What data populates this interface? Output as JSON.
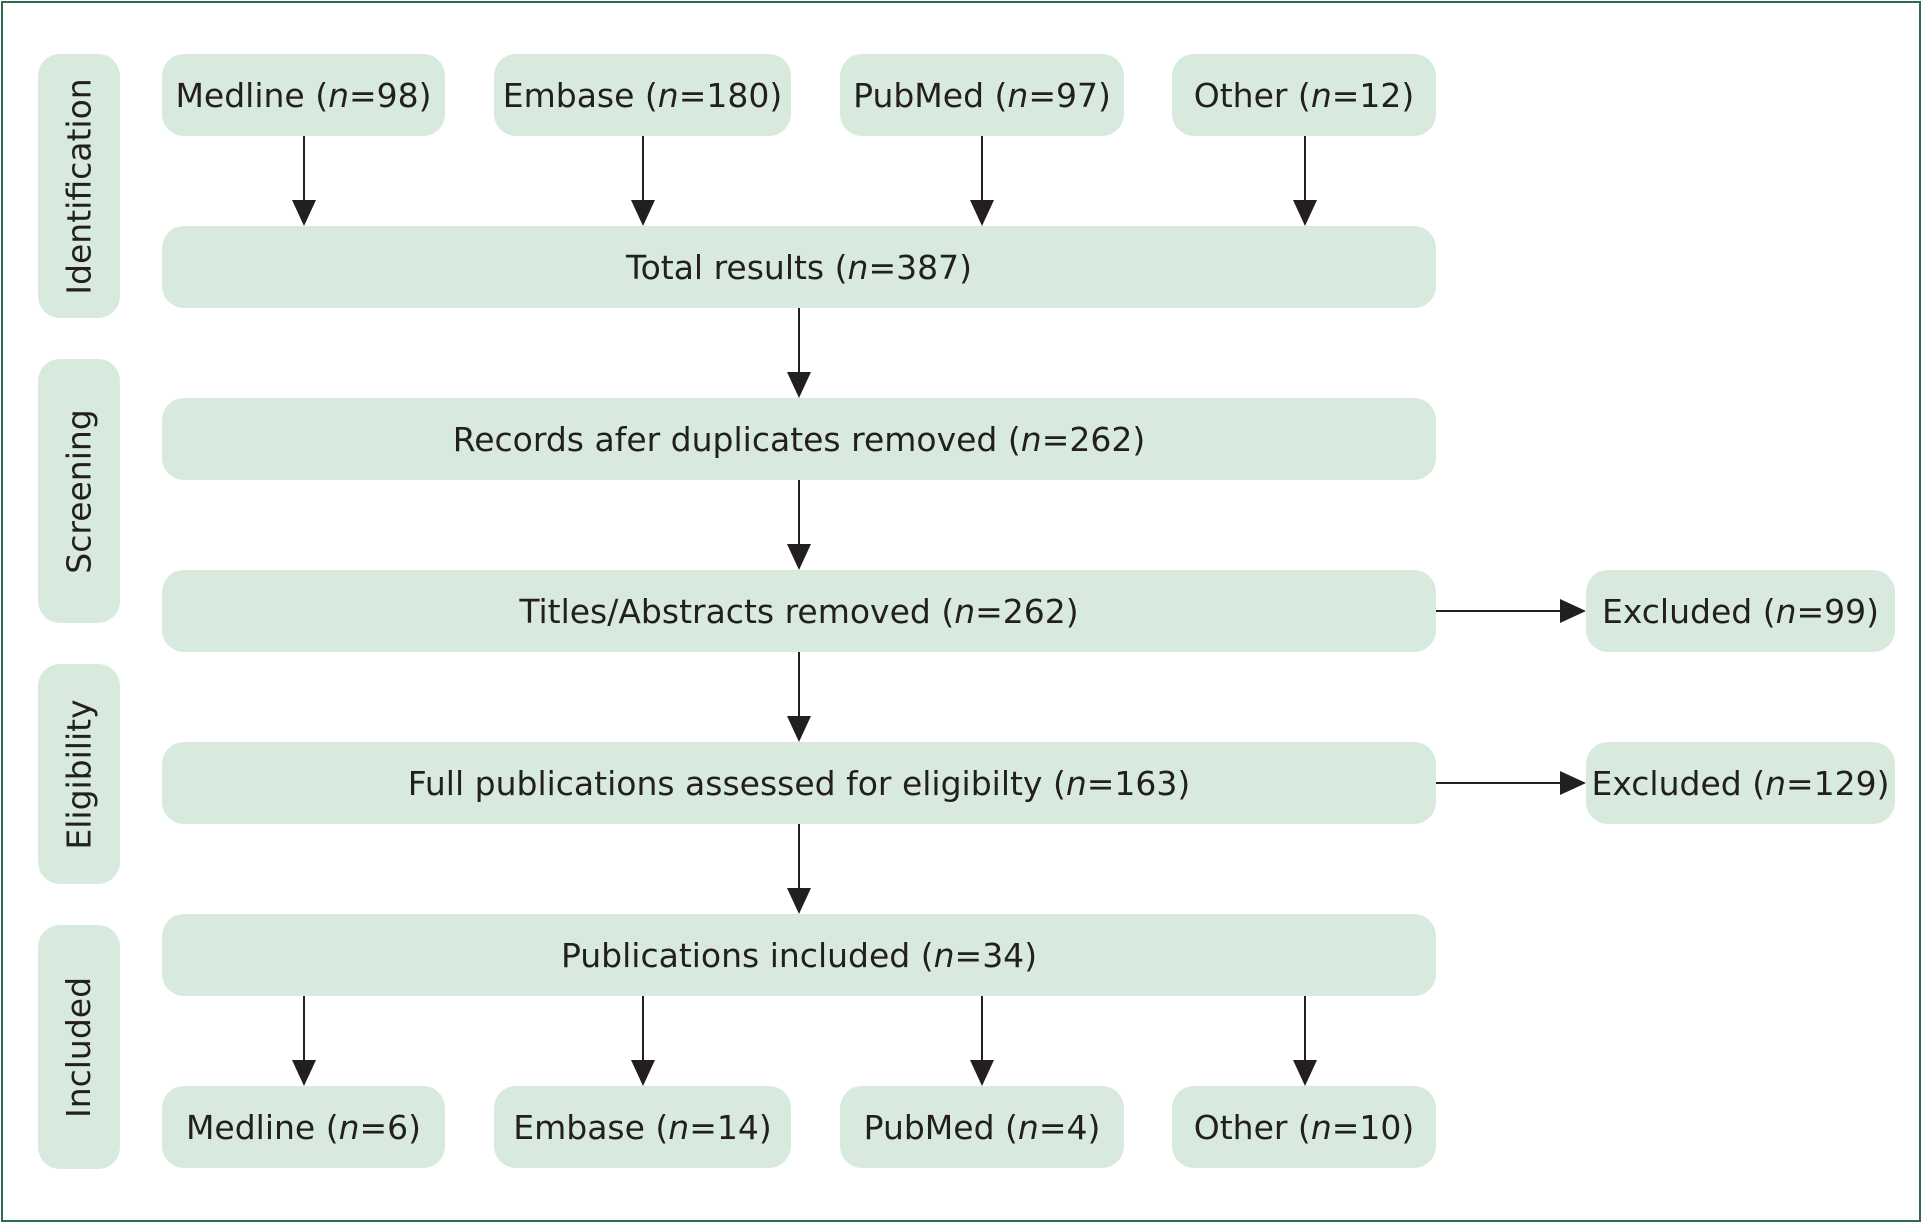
{
  "stages": {
    "identification": "Identification",
    "screening": "Screening",
    "eligibility": "Eligibility",
    "included": "Included"
  },
  "n_symbol": "n",
  "sources": [
    {
      "name": "Medline",
      "count": "98"
    },
    {
      "name": "Embase",
      "count": "180"
    },
    {
      "name": "PubMed",
      "count": "97"
    },
    {
      "name": "Other",
      "count": "12"
    }
  ],
  "total": {
    "label": "Total results",
    "count": "387"
  },
  "duplicates": {
    "label": "Records afer duplicates removed",
    "count": "262"
  },
  "titles": {
    "label": "Titles/Abstracts removed",
    "count": "262"
  },
  "fulltext": {
    "label": "Full publications assessed for eligibilty",
    "count": "163"
  },
  "included": {
    "label": "Publications included",
    "count": "34"
  },
  "excluded_titles": {
    "label": "Excluded",
    "count": "99"
  },
  "excluded_fulltext": {
    "label": "Excluded",
    "count": "129"
  },
  "included_sources": [
    {
      "name": "Medline",
      "count": "6"
    },
    {
      "name": "Embase",
      "count": "14"
    },
    {
      "name": "PubMed",
      "count": "4"
    },
    {
      "name": "Other",
      "count": "10"
    }
  ],
  "colors": {
    "box_fill": "#d8eadd",
    "border": "#2e6b4a",
    "text": "#231f20",
    "arrow": "#231f20"
  }
}
